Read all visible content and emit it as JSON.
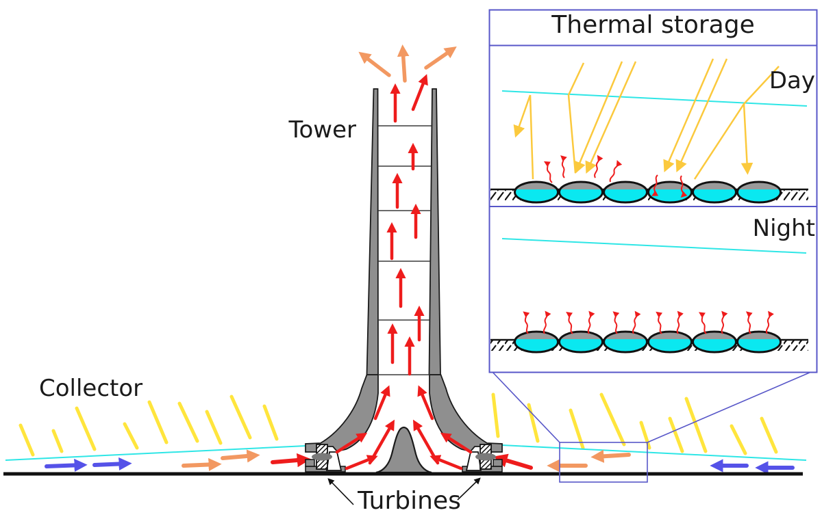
{
  "diagram": {
    "type": "solar-updraft-tower-with-thermal-storage-schematic",
    "labels": {
      "tower": "Tower",
      "collector": "Collector",
      "turbines": "Turbines"
    },
    "inset": {
      "title": "Thermal storage",
      "day_label": "Day",
      "night_label": "Night"
    },
    "colors": {
      "sun_ray": "#ffe53d",
      "inset_sun_ray": "#fbc93d",
      "glass_roof": "#2ee6e6",
      "hot_air_arrow": "#ee1c1c",
      "warm_air_arrow": "#f29861",
      "cool_air_arrow": "#5552e8",
      "structure_gray": "#8f8f8f",
      "water": "#0ae8f0",
      "callout_blue": "#5756c8",
      "ground": "#111111"
    },
    "icons": {
      "yellow_line": "sunlight-ray-icon",
      "red_arrow": "hot-airflow-arrow-icon",
      "orange_arrow": "warm-airflow-arrow-icon",
      "blue_arrow": "cool-airflow-arrow-icon",
      "red_squiggle": "heat-radiation-arrow-icon",
      "hatched_block": "turbine-rotor-icon",
      "half_filled_ellipse": "water-storage-bag-icon"
    }
  }
}
